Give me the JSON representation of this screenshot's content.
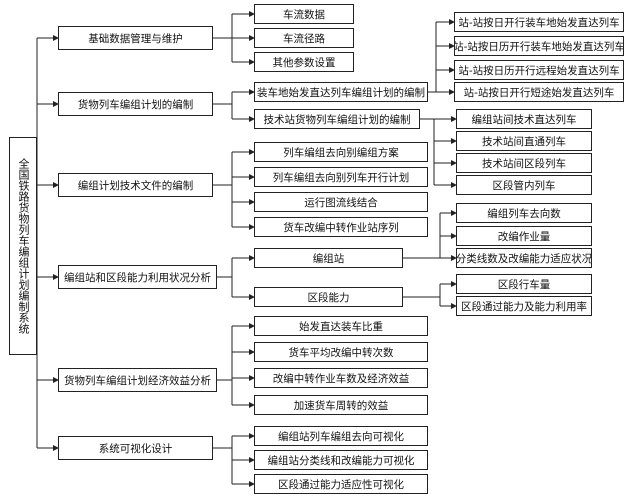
{
  "root": {
    "label": "全国铁路货物列车编组计划编制系统"
  },
  "level1": [
    "基础数据管理与维护",
    "货物列车编组计划的编制",
    "编组计划技术文件的编制",
    "编组站和区段能力利用状况分析",
    "货物列车编组计划经济效益分析",
    "系统可视化设计"
  ],
  "basic": [
    "车流数据",
    "车流径路",
    "其他参数设置"
  ],
  "plan": [
    "装车地始发直达列车编组计划的编制",
    "技术站货物列车编组计划的编制"
  ],
  "loading": [
    "站-站按日开行装车地始发直达列车",
    "站-站按日历开行装车地始发直达列车",
    "站-站按日历开行远程始发直达列车",
    "站-站按日开行短途始发直达列车"
  ],
  "techstation": [
    "编组站间技术直达列车",
    "技术站间直通列车",
    "技术站间区段列车",
    "区段管内列车"
  ],
  "docs": [
    "列车编组去向别编组方案",
    "列车编组去向别列车开行计划",
    "运行图流线结合",
    "货车改编中转作业站序列"
  ],
  "capacity": [
    "编组站",
    "区段能力"
  ],
  "yard": [
    "编组列车去向数",
    "改编作业量",
    "分类线数及改编能力适应状况"
  ],
  "section": [
    "区段行车量",
    "区段通过能力及能力利用率"
  ],
  "econ": [
    "始发直达装车比重",
    "货车平均改编中转次数",
    "改编中转作业车数及经济效益",
    "加速货车周转的效益"
  ],
  "visual": [
    "编组站列车编组去向可视化",
    "编组站分类线和改编能力可视化",
    "区段通过能力适应性可视化"
  ]
}
